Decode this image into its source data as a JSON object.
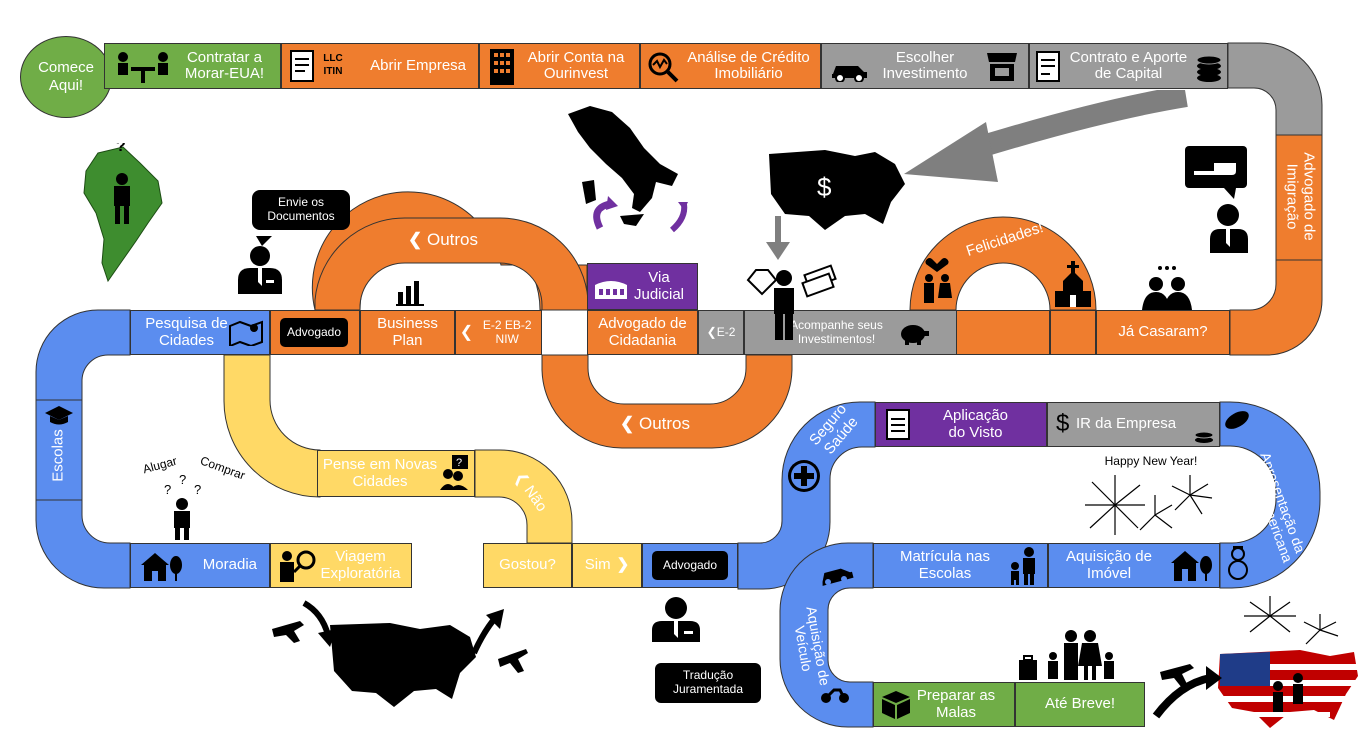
{
  "start": "Comece Aqui!",
  "top_row": {
    "hire": "Contratar a Morar-EUA!",
    "company": "Abrir Empresa",
    "company_icon": "LLC ITIN",
    "account": "Abrir Conta na Ourinvest",
    "credit": "Análise de Crédito Imobiliário",
    "invest": "Escolher Investimento",
    "contract": "Contrato e Aporte de Capital"
  },
  "right_col": {
    "immigration_lawyer": "Advogado de Imigração",
    "married": "Já Casaram?",
    "congrats": "Felicidades!"
  },
  "middle_row": {
    "follow_investments": "Acompanhe seus Investimentos!",
    "e2_short": "E-2",
    "citizenship_lawyer": "Advogado de Cidadania",
    "judicial": "Via Judicial",
    "e2_eb2": "E-2 EB-2 NIW",
    "business_plan": "Business Plan",
    "lawyer_pill": "Advogado",
    "city_research": "Pesquisa de Cidades",
    "others_top": "Outros",
    "others_bottom": "Outros",
    "send_docs": "Envie os Documentos"
  },
  "left_col": {
    "schools": "Escolas",
    "housing": "Moradia",
    "rent": "Alugar",
    "buy": "Comprar"
  },
  "yellow_path": {
    "exploratory_trip": "Viagem Exploratória",
    "new_cities": "Pense em Novas Cidades",
    "no": "Não",
    "liked": "Gostou?",
    "yes": "Sim"
  },
  "lower_row": {
    "lawyer_pill": "Advogado",
    "translation": "Tradução Juramentada",
    "health_insurance": "Seguro Saúde",
    "visa_application": "Aplicação do Visto",
    "company_tax": "IR da Empresa",
    "american_culture": "Apresentação da Cultura Americana",
    "happy_new_year": "Happy New Year!",
    "vehicle": "Aquisição de Veículo",
    "school_enrollment": "Matrícula nas Escolas",
    "property": "Aquisição de Imóvel",
    "pack": "Preparar as Malas",
    "see_you": "Até Breve!"
  },
  "colors": {
    "orange": "#ef7d2e",
    "grey": "#9b9b9b",
    "green": "#70ad47",
    "blue": "#5b8def",
    "yellow": "#ffd966",
    "purple": "#7030a0"
  }
}
